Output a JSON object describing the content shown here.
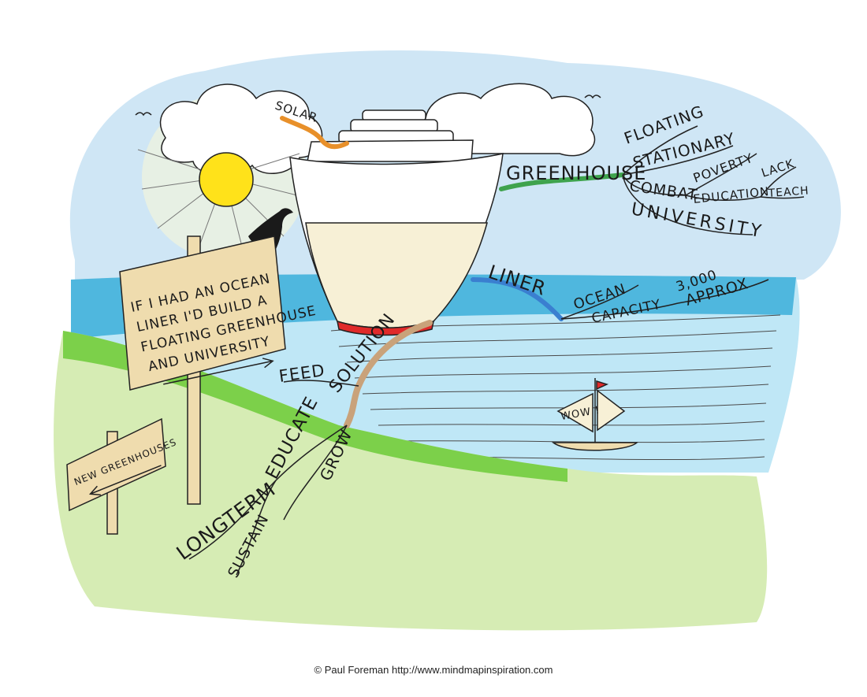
{
  "colors": {
    "sky": "#cfe6f5",
    "sea": "#2aa7d6",
    "land": "#b8e08a",
    "sun": "#ffe21a",
    "hull": "#f7f0d6",
    "sign": "#efdcae",
    "greenhouse_branch": "#3fa34d",
    "liner_branch": "#3a7fd0",
    "solar_branch": "#e8902a",
    "solution_branch": "#c9a27a"
  },
  "sign": {
    "lines": [
      "IF I HAD AN OCEAN",
      "LINER I'D BUILD A",
      "FLOATING GREENHOUSE",
      "AND UNIVERSITY"
    ]
  },
  "small_sign": {
    "text": "NEW GREENHOUSES"
  },
  "boat": {
    "sail_text": "WOW !"
  },
  "branches": {
    "solar": "SOLAR",
    "greenhouse": {
      "label": "GREENHOUSE",
      "floating": "FLOATING",
      "stationary": "STATIONARY",
      "combat": "COMBAT",
      "poverty": "POVERTY",
      "education": "EDUCATION",
      "lack": "LACK",
      "teach": "TEACH",
      "university": "UNIVERSITY"
    },
    "liner": {
      "label": "LINER",
      "ocean": "OCEAN",
      "capacity": "CAPACITY",
      "approx": "APPROX",
      "number": "3,000"
    },
    "solution": {
      "label": "SOLUTION",
      "feed": "FEED",
      "educate": "EDUCATE",
      "grow": "GROW",
      "longterm": "LONGTERM",
      "sustain": "SUSTAIN"
    }
  },
  "footer": {
    "copyright": "© Paul Foreman http://www.mindmapinspiration.com"
  }
}
